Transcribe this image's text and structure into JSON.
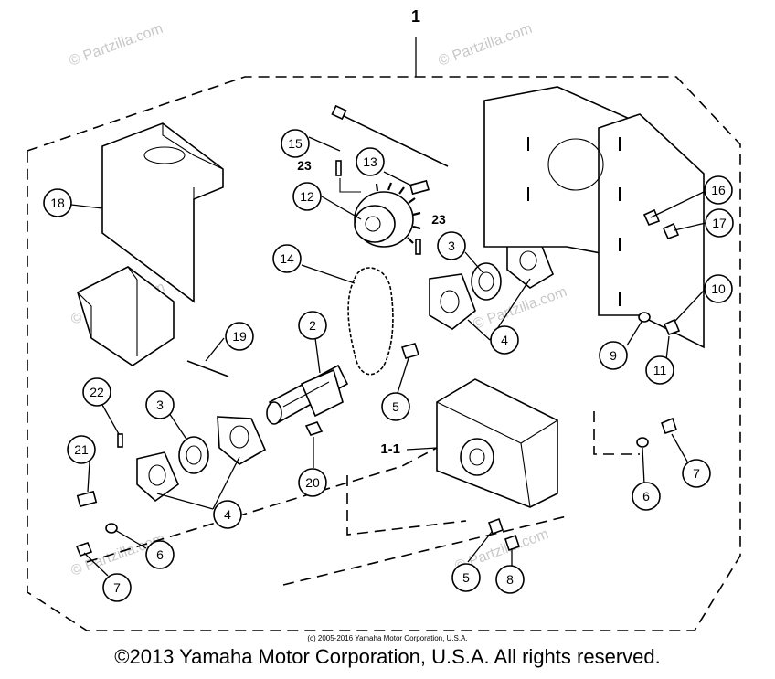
{
  "assembly_label": "1",
  "subassembly_label": "1-1",
  "parts": [
    {
      "id": "c15",
      "label": "15"
    },
    {
      "id": "c13",
      "label": "13"
    },
    {
      "id": "c12",
      "label": "12"
    },
    {
      "id": "c18",
      "label": "18"
    },
    {
      "id": "c16",
      "label": "16"
    },
    {
      "id": "c17",
      "label": "17"
    },
    {
      "id": "c10",
      "label": "10"
    },
    {
      "id": "c3a",
      "label": "3"
    },
    {
      "id": "c14",
      "label": "14"
    },
    {
      "id": "c2",
      "label": "2"
    },
    {
      "id": "c19",
      "label": "19"
    },
    {
      "id": "c4a",
      "label": "4"
    },
    {
      "id": "c9",
      "label": "9"
    },
    {
      "id": "c11",
      "label": "11"
    },
    {
      "id": "c22",
      "label": "22"
    },
    {
      "id": "c3b",
      "label": "3"
    },
    {
      "id": "c5a",
      "label": "5"
    },
    {
      "id": "c21",
      "label": "21"
    },
    {
      "id": "c20",
      "label": "20"
    },
    {
      "id": "c4b",
      "label": "4"
    },
    {
      "id": "c6a",
      "label": "6"
    },
    {
      "id": "c7a",
      "label": "7"
    },
    {
      "id": "c6b",
      "label": "6"
    },
    {
      "id": "c7b",
      "label": "7"
    },
    {
      "id": "c5b",
      "label": "5"
    },
    {
      "id": "c8",
      "label": "8"
    }
  ],
  "pin_labels": [
    "23",
    "23"
  ],
  "watermarks": [
    "© Partzilla.com",
    "© Partzilla.com",
    "© Partzilla.com",
    "© Partzilla.com",
    "© Partzilla.com",
    "© Partzilla.com"
  ],
  "copyright_small": "(c) 2005-2016 Yamaha Motor Corporation, U.S.A.",
  "copyright_main": "©2013 Yamaha Motor Corporation, U.S.A. All rights reserved."
}
